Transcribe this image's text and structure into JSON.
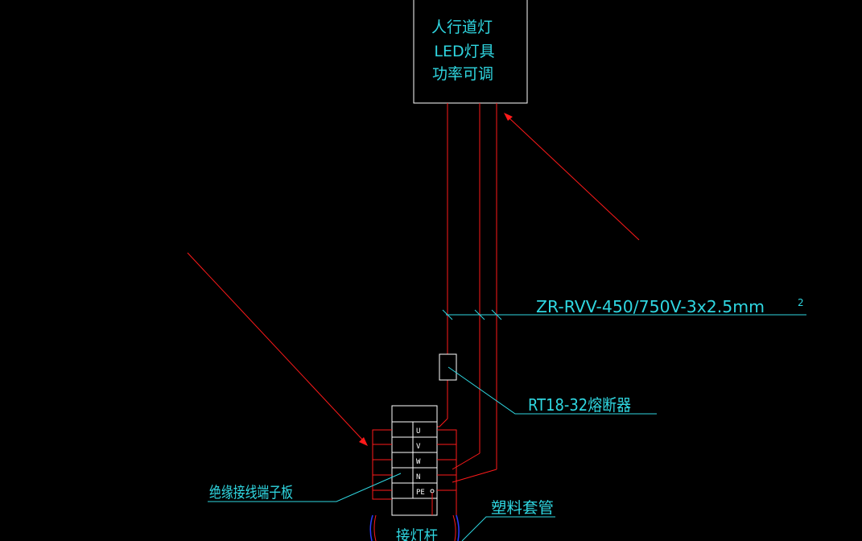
{
  "colors": {
    "background": "#000000",
    "wire_red": "#ff1a1a",
    "annotation_cyan": "#2fd6e0",
    "outline_white": "#ffffff",
    "conduit_blue": "#2a3cff"
  },
  "lamp_box": {
    "line1": "人行道灯",
    "line2": "LED灯具",
    "line3": "功率可调"
  },
  "cable_label": "ZR-RVV-450/750V-3x2.5mm",
  "cable_superscript": "2",
  "fuse_label": "RT18-32熔断器",
  "terminal_board_label": "绝缘接线端子板",
  "conduit_label": "塑料套管",
  "pole_label": "接灯杆",
  "terminals": [
    "U",
    "V",
    "W",
    "N",
    "PE"
  ]
}
